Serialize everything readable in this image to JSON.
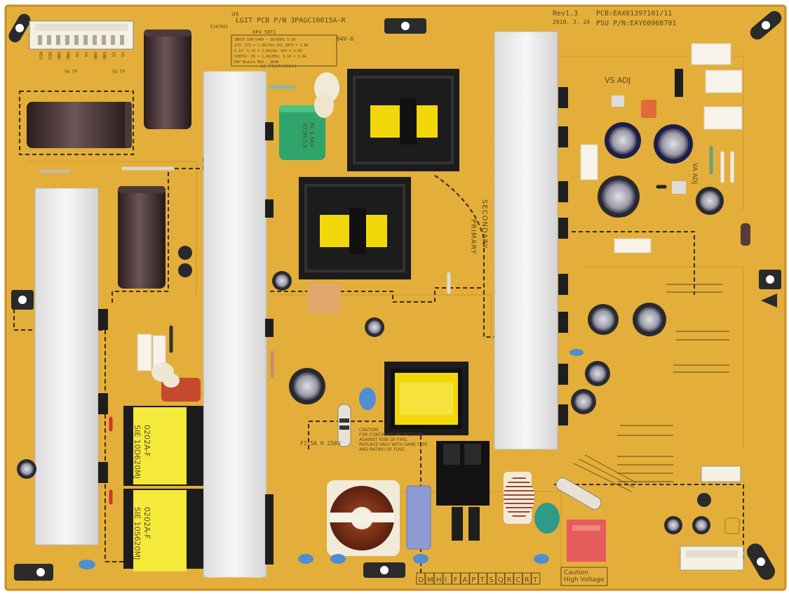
{
  "board": {
    "pcb_title": "LGIT PCB P/N 3PAGC10015A-R",
    "revision": "Rev1.3",
    "date": "2010. 3. 24",
    "pcb_number": "PCB:EAX61397101/11",
    "psu_number": "PSU P/N:EAY60968701",
    "ul_mark": "us",
    "ul_file": "E247691",
    "flammability": "94V-0",
    "vs_adj": "VS ADJ",
    "va_adj": "VA ADJ",
    "primary_label": "PRIMARY",
    "secondary_label": "SECONDARY",
    "fuse_label": "F2.5A H 250V",
    "caution_fuse": "CAUTION\nFOR CONTINUED PROTECTION\nAGAINST RISK OF FIRE,\nREPLACE ONLY WITH SAME TYPE\nAND RATING OF FUSE.",
    "caution_hv": "Caution\nHigh Voltage",
    "diagnostic_letters": [
      "D",
      "M",
      "H",
      "I",
      "F",
      "A",
      "P",
      "T",
      "S",
      "Q",
      "R",
      "C",
      "R",
      "T"
    ],
    "spec_title": "XP4_50T1",
    "spec_lines": [
      "INPUT:100~240V ~ 50/60Hz 5.5A",
      "17V: 17V = 1.0A|5V1:5V1 207V = 1.6A",
      "5.1V: 5.1V = 3.0A|VA: 60V = 2.0A",
      "STBY5V: 5V = 1.0A|M5V: 5.1V = 3.0A",
      "PDP Module MAX : 360W"
    ],
    "maker": "LG Electronics",
    "pin_labels": [
      "M5V",
      "M5V",
      "GND",
      "GND",
      "VA",
      "VA",
      "GND",
      "GND",
      "VS",
      "VS"
    ],
    "va_tp": "VA TP",
    "vs_tp": "VS TP",
    "transformer_label_1": "0202A-F\nSIE 10D620MJ",
    "transformer_label_2": "0202A-F\nSIE 10S620MJ",
    "capacitor_label": "FL 1.5KV\n473H S.K"
  },
  "colors": {
    "board": "#e3ae3a",
    "board_dark": "#c98f23",
    "heatsink": "#f1f1f1",
    "capacitor": "#3a2a2b",
    "transformer_core": "#1c1c1c",
    "transformer_winding": "#f2d80b",
    "yellow_filter": "#f5e93a",
    "silkscreen": "#5b4a1e"
  }
}
